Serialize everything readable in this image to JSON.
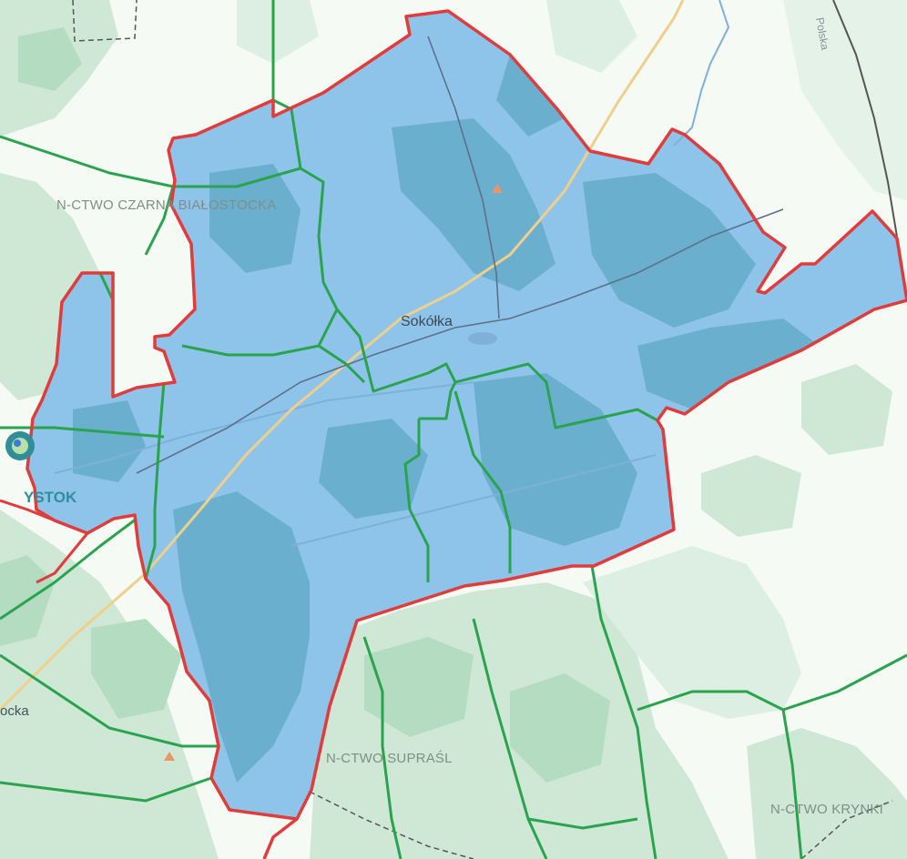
{
  "map": {
    "labels": {
      "district_czarna": "N-CTWO CZARNA BIAŁOSTOCKA",
      "district_suprasl": "N-CTWO SUPRAŚL",
      "district_krynki": "N-CTWO KRYNKI",
      "town_sokolka": "Sokółka",
      "city_bialystok_partial": "YSTOK",
      "edge_label_left": "ocka",
      "road_label": "Polska"
    },
    "colors": {
      "background": "#f6faf4",
      "forest": "#cfe8d6",
      "forest_dark": "#b3dcc1",
      "highlight_fill": "#8fc4ea",
      "highlight_dark": "#5fa8c6",
      "district_border": "#e03c3c",
      "forest_unit_border": "#2aa34e",
      "road_main": "#efd08a",
      "rail_line": "#5e6f8a",
      "water": "#7fb0d8",
      "admin_line": "#555555"
    },
    "icons": {
      "marker_icon": "map-pin-icon",
      "peak_icon": "triangle-icon"
    }
  }
}
